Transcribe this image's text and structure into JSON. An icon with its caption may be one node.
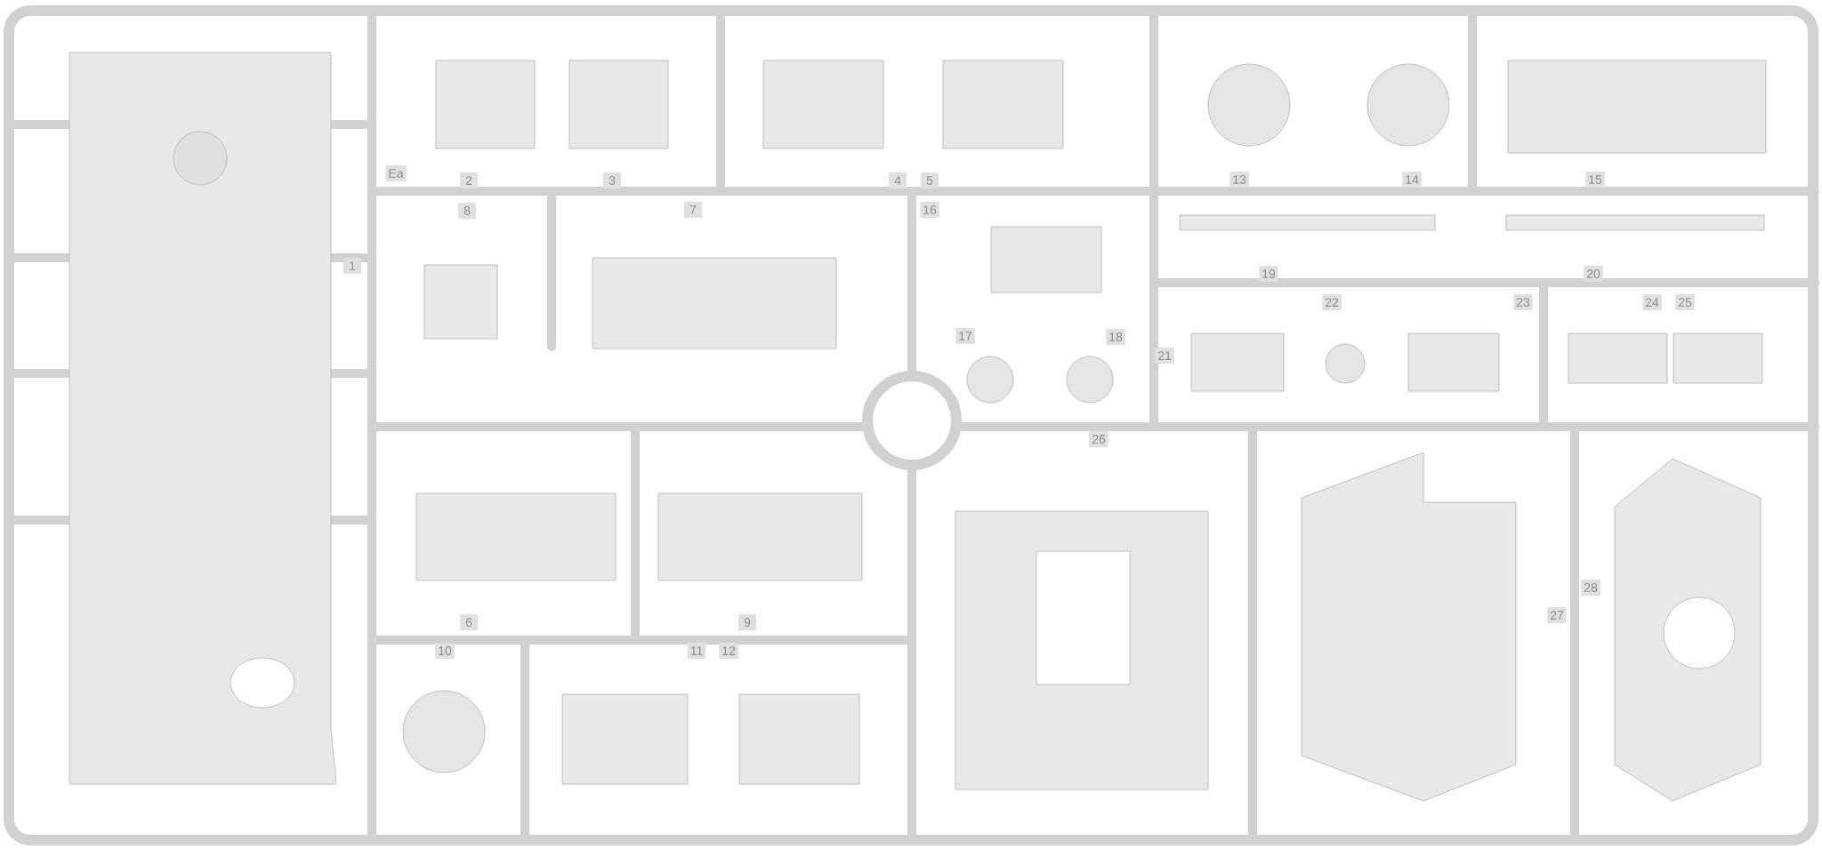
{
  "diagram": {
    "labels": [
      "Ea",
      "2",
      "3",
      "4",
      "5",
      "13",
      "14",
      "15",
      "8",
      "7",
      "16",
      "1",
      "19",
      "20",
      "22",
      "23",
      "24",
      "25",
      "17",
      "18",
      "21",
      "26",
      "28",
      "27",
      "6",
      "9",
      "10",
      "11",
      "12"
    ]
  }
}
